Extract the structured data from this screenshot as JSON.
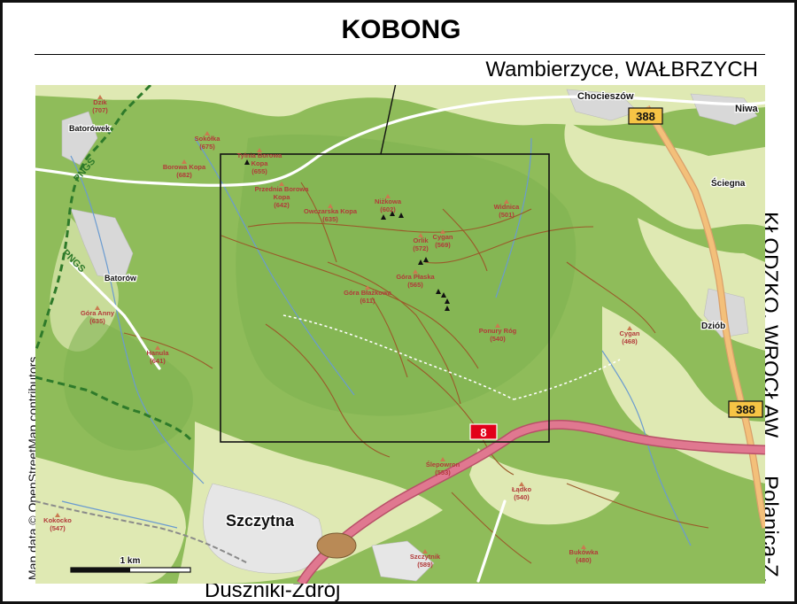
{
  "title": "KOBONG",
  "directions": {
    "north": "Wambierzyce, WAŁBRZYCH",
    "east": "KŁODZKO, WROCŁAW",
    "east_2": "Polanica-Z.",
    "south": "Duszniki-Zdrój"
  },
  "attribution": "Map data © OpenStreetMap contributors",
  "scale_label": "1 km",
  "towns": {
    "szczytna": "Szczytna",
    "chocieszow": "Chocieszów",
    "niwa": "Niwa",
    "sciegna": "Ściegna",
    "dziob": "Dziób",
    "batorowek": "Batorówek",
    "batorow": "Batorów"
  },
  "roads": {
    "r388": "388",
    "r8": "8"
  },
  "park": "PNGS",
  "peaks": {
    "dzik": [
      "Dzik",
      "(707)"
    ],
    "sokolka": [
      "Sokółka",
      "(675)"
    ],
    "borowa_kopa": [
      "Borowa Kopa",
      "(682)"
    ],
    "tylnia": [
      "Tylnia Borowa",
      "Kopa",
      "(655)"
    ],
    "przednia": [
      "Przednia Borowa",
      "Kopa",
      "(642)"
    ],
    "owczarska": [
      "Owczarska Kopa",
      "(635)"
    ],
    "nizkowa": [
      "Niżkowa",
      "(602)"
    ],
    "widnica": [
      "Widnica",
      "(501)"
    ],
    "orlik": [
      "Orlik",
      "(572)"
    ],
    "cygan1": [
      "Cygan",
      "(569)"
    ],
    "gora_plaska": [
      "Góra Płaska",
      "(565)"
    ],
    "gora_blazkowa": [
      "Góra Błażkowa",
      "(611)"
    ],
    "ponury_rog": [
      "Ponury Róg",
      "(540)"
    ],
    "cygan2": [
      "Cygan",
      "(468)"
    ],
    "gora_anny": [
      "Góra Anny",
      "(635)"
    ],
    "hanula": [
      "Hanula",
      "(641)"
    ],
    "slepowron": [
      "Ślepowron",
      "(553)"
    ],
    "ladko": [
      "Łądko",
      "(540)"
    ],
    "kokocko": [
      "Kokocko",
      "(547)"
    ],
    "szczytnik": [
      "Szczytnik",
      "(589)"
    ],
    "bukowka": [
      "Bukówka",
      "(480)"
    ]
  },
  "colors": {
    "forest": "#8fbc5a",
    "forest_dark": "#7eb050",
    "meadow": "#dfe9b3",
    "road_main": "#e07890",
    "road_regional": "#f3c07a",
    "road_minor": "#ffffff",
    "trail": "#9a5a2a",
    "boundary": "#2e7a2a",
    "peak": "#c97a50",
    "label": "#b23a3a"
  }
}
